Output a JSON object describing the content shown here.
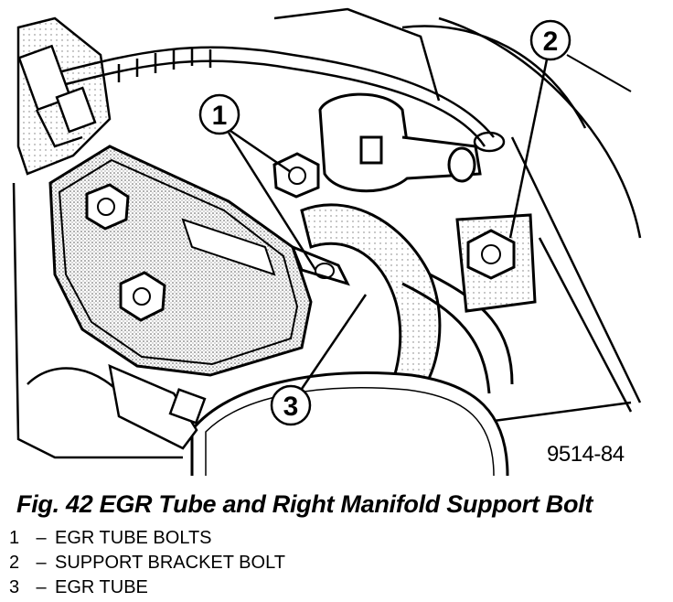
{
  "callouts": [
    {
      "number": "1"
    },
    {
      "number": "2"
    },
    {
      "number": "3"
    }
  ],
  "figure_code": "9514-84",
  "caption": "Fig. 42 EGR Tube and Right Manifold Support Bolt",
  "legend": [
    {
      "number": "1",
      "separator": "–",
      "label": "EGR TUBE BOLTS"
    },
    {
      "number": "2",
      "separator": "–",
      "label": "SUPPORT BRACKET BOLT"
    },
    {
      "number": "3",
      "separator": "–",
      "label": "EGR TUBE"
    }
  ]
}
